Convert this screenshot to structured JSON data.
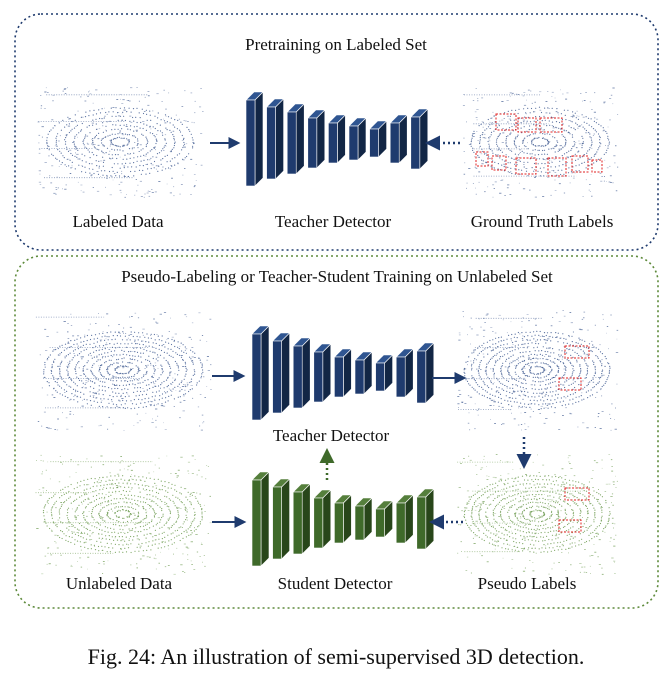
{
  "colors": {
    "teacher_blue": "#1f3b6e",
    "student_green": "#3f6a2a",
    "top_border": "#1f3b6e",
    "bottom_border": "#5d8a3a",
    "box_red": "#e02020"
  },
  "top_panel": {
    "title": "Pretraining on Labeled Set",
    "labeled_data": "Labeled Data",
    "teacher_detector": "Teacher Detector",
    "ground_truth": "Ground Truth Labels"
  },
  "bottom_panel": {
    "title": "Pseudo-Labeling or Teacher-Student Training on Unlabeled Set",
    "teacher_detector": "Teacher Detector",
    "unlabeled_data": "Unlabeled Data",
    "student_detector": "Student Detector",
    "pseudo_labels": "Pseudo Labels"
  },
  "caption": "Fig. 24: An illustration of semi-supervised 3D detection."
}
